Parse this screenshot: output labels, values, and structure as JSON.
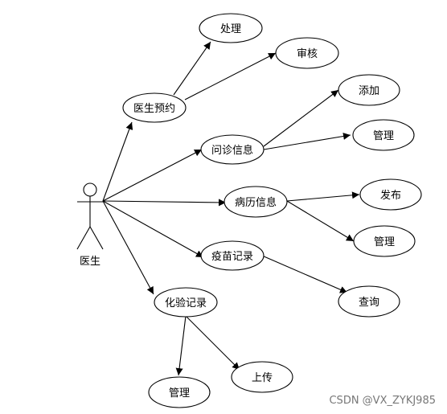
{
  "actor": {
    "label": "医生"
  },
  "nodes": {
    "appointment": "医生预约",
    "process": "处理",
    "review": "审核",
    "consult_info": "问诊信息",
    "consult_add": "添加",
    "consult_manage": "管理",
    "record_info": "病历信息",
    "record_publish": "发布",
    "record_manage": "管理",
    "vaccine": "疫苗记录",
    "vaccine_query": "查询",
    "lab": "化验记录",
    "lab_manage": "管理",
    "lab_upload": "上传"
  },
  "watermark": "CSDN @VX_ZYKJ985"
}
